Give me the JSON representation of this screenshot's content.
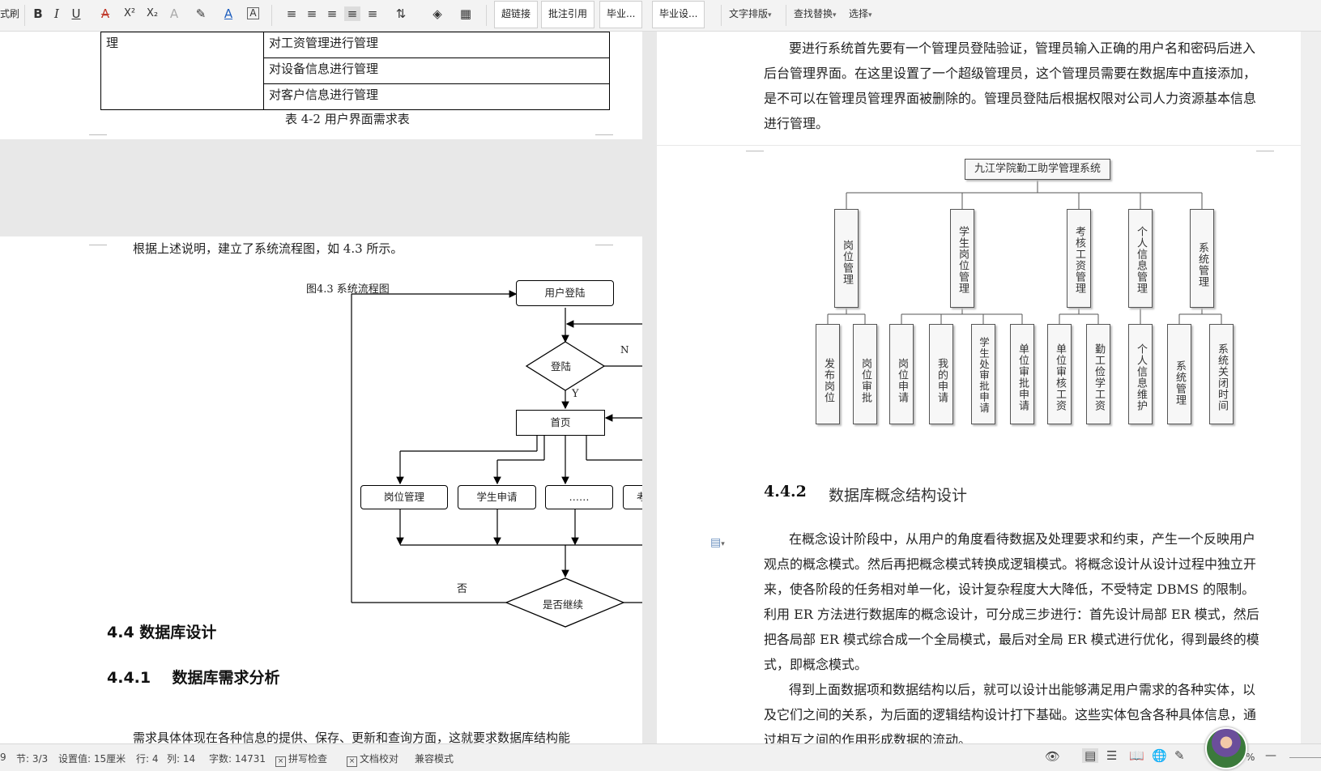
{
  "toolbar": {
    "style_label": "式刷",
    "bold": "B",
    "italic": "I",
    "underline": "U",
    "font_color_a": "A",
    "superscript": "X²",
    "subscript": "X₂",
    "styles": [
      "超链接",
      "批注引用",
      "毕业...",
      "毕业设..."
    ],
    "text_layout": "文字排版",
    "find_replace": "查找替换",
    "select": "选择"
  },
  "page1_top": {
    "table": {
      "left_cell": "理",
      "rows": [
        "对工资管理进行管理",
        "对设备信息进行管理",
        "对客户信息进行管理"
      ]
    },
    "caption": "表 4-2 用户界面需求表"
  },
  "page1_bottom": {
    "intro": "根据上述说明，建立了系统流程图，如 4.3 所示。",
    "figure_title": "图4.3  系统流程图",
    "flow": {
      "login_user": "用户登陆",
      "login": "登陆",
      "no": "N",
      "yes": "Y",
      "home": "首页",
      "job_mgmt": "岗位管理",
      "student_apply": "学生申请",
      "ellipsis": "……",
      "cut": "考",
      "continue": "是否继续",
      "negative": "否"
    },
    "h_44": "4.4  数据库设计",
    "h_441": "4.4.1    数据库需求分析",
    "cut_line": "需求具体体现在各种信息的提供、保存、更新和查询方面，这就要求数据库结构能"
  },
  "page2": {
    "para1": [
      "要进行系统首先要有一个管理员登陆验证，管理员输入正确的用户名和密码后进入",
      "后台管理界面。在这里设置了一个超级管理员，这个管理员需要在数据库中直接添加，",
      "是不可以在管理员管理界面被删除的。管理员登陆后根据权限对公司人力资源基本信息",
      "进行管理。"
    ],
    "org": {
      "root": "九江学院勤工助学管理系统",
      "mids": [
        "岗位管理",
        "学生岗位管理",
        "考核工资管理",
        "个人信息管理",
        "系统管理"
      ],
      "leaves": [
        "发布岗位",
        "岗位审批",
        "岗位申请",
        "我的申请",
        "学生处审批申请",
        "单位审批申请",
        "单位审核工资",
        "勤工俭学工资",
        "个人信息维护",
        "系统管理",
        "系统关闭时间"
      ]
    },
    "h_442_num": "4.4.2",
    "h_442_text": "数据库概念结构设计",
    "para2": [
      "在概念设计阶段中，从用户的角度看待数据及处理要求和约束，产生一个反映用户",
      "观点的概念模式。然后再把概念模式转换成逻辑模式。将概念设计从设计过程中独立开",
      "来，使各阶段的任务相对单一化，设计复杂程度大大降低，不受特定 DBMS 的限制。",
      "利用 ER 方法进行数据库的概念设计，可分成三步进行：首先设计局部 ER 模式，然后",
      "把各局部 ER 模式综合成一个全局模式，最后对全局 ER 模式进行优化，得到最终的模",
      "式，即概念模式。"
    ],
    "para3": [
      "得到上面数据项和数据结构以后，就可以设计出能够满足用户需求的各种实体，以",
      "及它们之间的关系，为后面的逻辑结构设计打下基础。这些实体包含各种具体信息，通",
      "过相互之间的作用形成数据的流动。"
    ]
  },
  "status": {
    "page_num": "9",
    "section": "节: 3/3",
    "setting": "设置值: 15厘米",
    "row": "行: 4",
    "col": "列: 14",
    "words": "字数: 14731",
    "spell": "拼写检查",
    "proof": "文档校对",
    "compat": "兼容模式",
    "zoom": "%"
  },
  "colors": {
    "toolbar_bg": "#f3f3f3",
    "doc_bg": "#e8e8e8",
    "page_bg": "#ffffff"
  }
}
